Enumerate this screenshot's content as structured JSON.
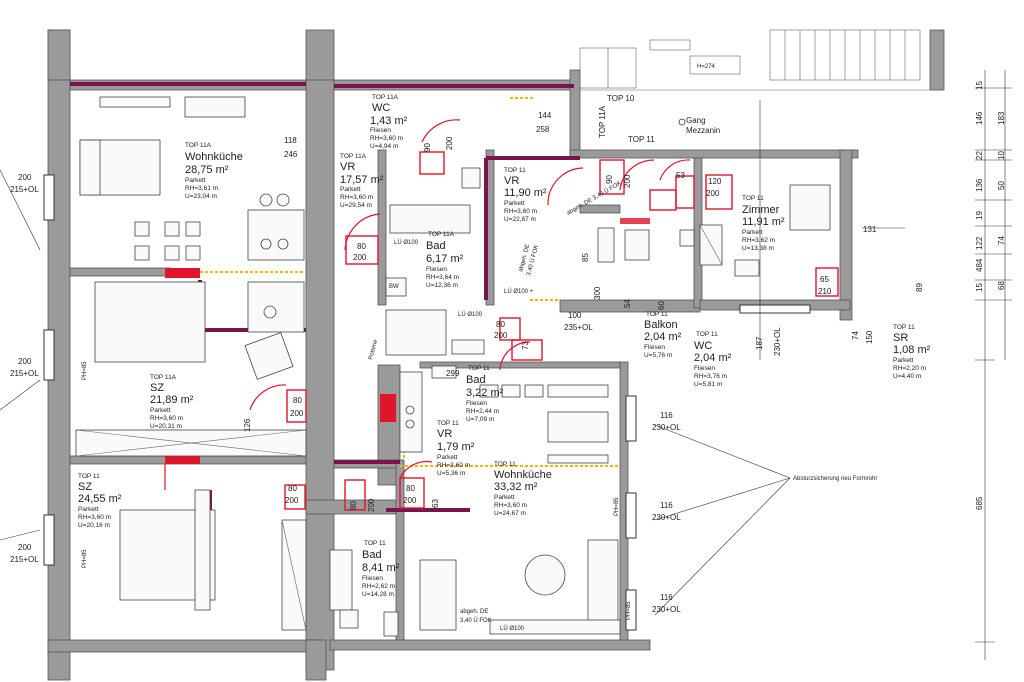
{
  "rooms": [
    {
      "id": "wohnkueche11a",
      "top": "TOP 11A",
      "name": "Wohnküche",
      "area": "28,75 m²",
      "floor": "Parkett",
      "rh": "RH=3,61 m",
      "u": "U=23,04 m"
    },
    {
      "id": "sz11a",
      "top": "TOP 11A",
      "name": "SZ",
      "area": "21,89 m²",
      "floor": "Parkett",
      "rh": "RH=3,60 m",
      "u": "U=20,31 m"
    },
    {
      "id": "sz11",
      "top": "TOP 11",
      "name": "SZ",
      "area": "24,55 m²",
      "floor": "Parkett",
      "rh": "RH=3,60 m",
      "u": "U=20,16 m"
    },
    {
      "id": "wc11a",
      "top": "TOP 11A",
      "name": "WC",
      "area": "1,43 m²",
      "floor": "Fliesen",
      "rh": "RH=3,60 m",
      "u": "U=4,94 m"
    },
    {
      "id": "vr11a",
      "top": "TOP 11A",
      "name": "VR",
      "area": "17,57 m²",
      "floor": "Parkett",
      "rh": "RH=3,60 m",
      "u": "U=29,54 m"
    },
    {
      "id": "bad11a",
      "top": "TOP 11A",
      "name": "Bad",
      "area": "6,17 m²",
      "floor": "Fliesen",
      "rh": "RH=3,64 m",
      "u": "U=12,36 m"
    },
    {
      "id": "vr11",
      "top": "TOP 11",
      "name": "VR",
      "area": "11,90 m²",
      "floor": "Parkett",
      "rh": "RH=3,60 m",
      "u": "U=22,87 m"
    },
    {
      "id": "zimmer11",
      "top": "TOP 11",
      "name": "Zimmer",
      "area": "11,91 m²",
      "floor": "Parkett",
      "rh": "RH=3,62 m",
      "u": "U=13,38 m"
    },
    {
      "id": "balkon11",
      "top": "TOP 11",
      "name": "Balkon",
      "area": "2,04 m²",
      "floor": "Fliesen",
      "rh": "",
      "u": "U=5,76 m"
    },
    {
      "id": "wc11",
      "top": "TOP 11",
      "name": "WC",
      "area": "2,04 m²",
      "floor": "Fliesen",
      "rh": "RH=3,76 m",
      "u": "U=5,81 m"
    },
    {
      "id": "sr11",
      "top": "TOP 11",
      "name": "SR",
      "area": "1,08 m²",
      "floor": "Parkett",
      "rh": "RH=2,20 m",
      "u": "U=4,40 m"
    },
    {
      "id": "bad11b",
      "top": "TOP 11",
      "name": "Bad",
      "area": "3,22 m²",
      "floor": "Fliesen",
      "rh": "RH=2,44 m",
      "u": "U=7,09 m"
    },
    {
      "id": "vr11b",
      "top": "TOP 11",
      "name": "VR",
      "area": "1,79 m²",
      "floor": "Parkett",
      "rh": "RH=3,60 m",
      "u": "U=5,36 m"
    },
    {
      "id": "wohnkueche11",
      "top": "TOP 11",
      "name": "Wohnküche",
      "area": "33,32 m²",
      "floor": "Parkett",
      "rh": "RH=3,60 m",
      "u": "U=24,67 m"
    },
    {
      "id": "bad11c",
      "top": "TOP 11",
      "name": "Bad",
      "area": "8,41 m²",
      "floor": "Fliesen",
      "rh": "RH=2,62 m",
      "u": "U=14,28 m"
    }
  ],
  "gang": {
    "line1": "Gang",
    "line2": "Mezzanin"
  },
  "tops": {
    "top10": "TOP 10",
    "top11": "TOP 11",
    "top11a": "TOP 11A"
  },
  "labels": {
    "h274": "H=274",
    "absturz": "Absturzsicherung neu Formrohr",
    "potterie": "Potterie",
    "abgeh1": "abgeh. DE",
    "fok1": "3,40 Ü FOK",
    "abgeh2": "abgeh. DE",
    "fok2": "3,40 Ü FOK",
    "abgeh3": "abgeh. DE 3,40 Ü FOK",
    "lu1": "LÜ Ø100",
    "lu2": "LÜ Ø100",
    "lu3": "LÜ Ø100 +",
    "lu4": "LÜ Ø100",
    "ph": "PH=85",
    "bw": "BW"
  },
  "window_dims": {
    "w200": "200",
    "w215": "215+OL",
    "w116": "116",
    "w230": "230+OL"
  },
  "door_dims": {
    "d80": "80",
    "d200": "200",
    "d90": "90",
    "d53": "53",
    "d120": "120",
    "d210": "210",
    "d65": "65",
    "d131": "131",
    "d89": "89",
    "d187": "187",
    "d230ol": "230+OL",
    "d74": "74",
    "d150": "150",
    "d235": "235+OL",
    "d100": "100",
    "d299": "299",
    "d73": "73",
    "d63": "63",
    "d118": "118",
    "d246": "246",
    "d144": "144",
    "d258": "258",
    "d126": "126",
    "d85": "85",
    "d300": "300",
    "d54": "54",
    "d60": "60"
  },
  "right_dims": [
    "15",
    "146",
    "22",
    "136",
    "19",
    "122",
    "15",
    "484",
    "685",
    "183",
    "10",
    "50",
    "74",
    "68"
  ]
}
